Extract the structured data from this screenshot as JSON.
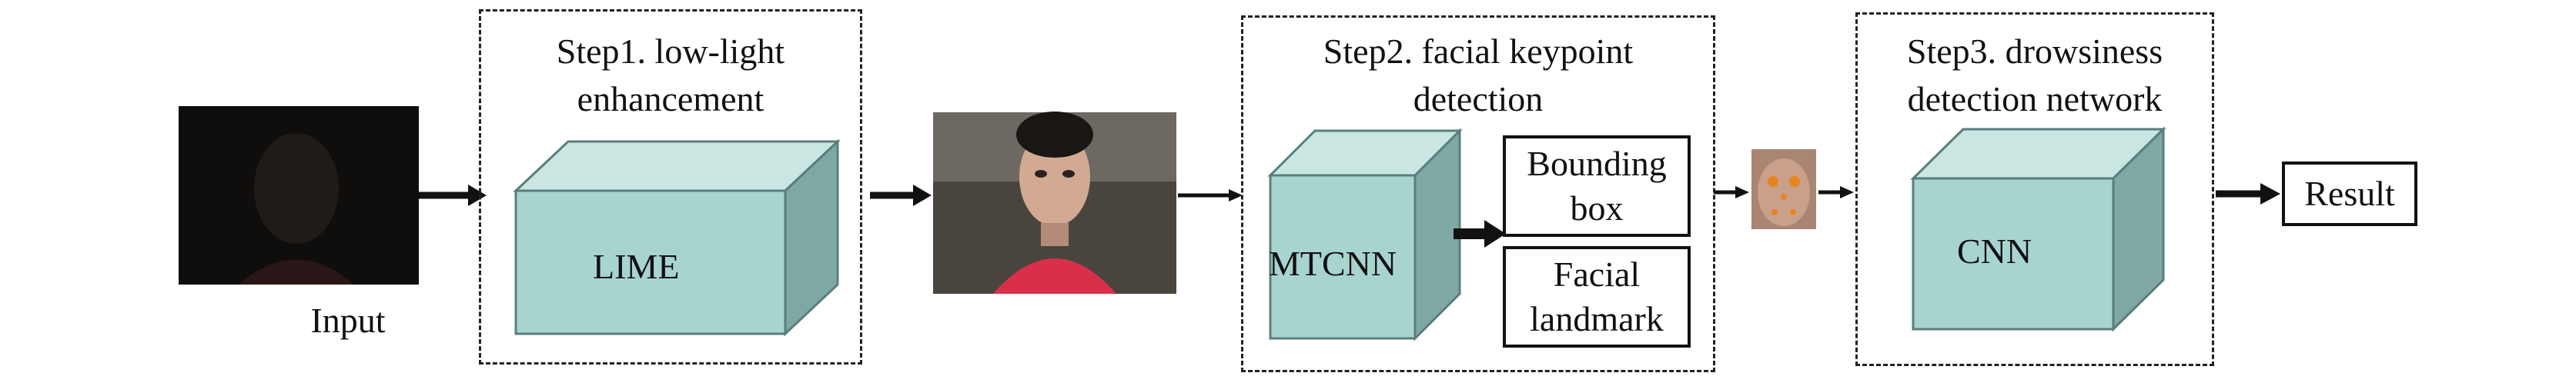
{
  "input": {
    "label": "Input"
  },
  "step1": {
    "title_line1": "Step1. low-light",
    "title_line2": "enhancement",
    "block_label": "LIME"
  },
  "step2": {
    "title_line1": "Step2. facial keypoint",
    "title_line2": "detection",
    "block_label": "MTCNN",
    "box1_line1": "Bounding",
    "box1_line2": "box",
    "box2_line1": "Facial",
    "box2_line2": "landmark"
  },
  "step3": {
    "title_line1": "Step3. drowsiness",
    "title_line2": "detection network",
    "block_label": "CNN"
  },
  "output": {
    "label": "Result"
  },
  "colors": {
    "cube_front": "#a8d4d0",
    "cube_top": "#c9e6e3",
    "cube_side": "#7fa8a4",
    "landmark_dot": "#e8841f"
  }
}
